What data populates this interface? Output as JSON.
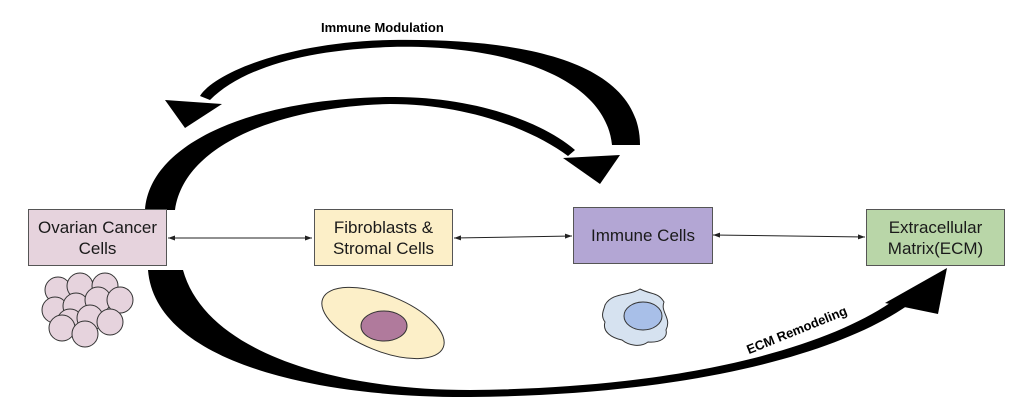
{
  "diagram": {
    "nodes": [
      {
        "id": "ovarian",
        "label": "Ovarian Cancer\nCells",
        "color": "#e6d3dd"
      },
      {
        "id": "fibroblasts",
        "label": "Fibroblasts &\nStromal Cells",
        "color": "#fcefc8"
      },
      {
        "id": "immune",
        "label": "Immune Cells",
        "color": "#b3a6d4"
      },
      {
        "id": "ecm",
        "label": "Extracellular\nMatrix(ECM)",
        "color": "#b9d6a8"
      }
    ],
    "edges": [
      {
        "from": "ovarian",
        "to": "fibroblasts",
        "type": "bidirectional"
      },
      {
        "from": "fibroblasts",
        "to": "immune",
        "type": "bidirectional"
      },
      {
        "from": "immune",
        "to": "ecm",
        "type": "bidirectional"
      },
      {
        "from": "immune",
        "to": "ovarian",
        "type": "curved-arrow",
        "label": "Immune Modulation"
      },
      {
        "from": "ovarian",
        "to": "immune",
        "type": "curved-arrow",
        "label": ""
      },
      {
        "from": "ovarian",
        "to": "ecm",
        "type": "curved-arrow",
        "label": "ECM Remodeling"
      }
    ],
    "labels": {
      "immune_modulation": "Immune Modulation",
      "ecm_remodeling": "ECM Remodeling"
    },
    "illustrations": {
      "cancer_cluster": {
        "fill": "#e6d3dd"
      },
      "fibroblast": {
        "cell_fill": "#fcefc8",
        "nucleus_fill": "#b07a9c"
      },
      "immune_cell": {
        "cell_fill": "#d6e2f0",
        "nucleus_fill": "#a8bfe8"
      }
    }
  }
}
